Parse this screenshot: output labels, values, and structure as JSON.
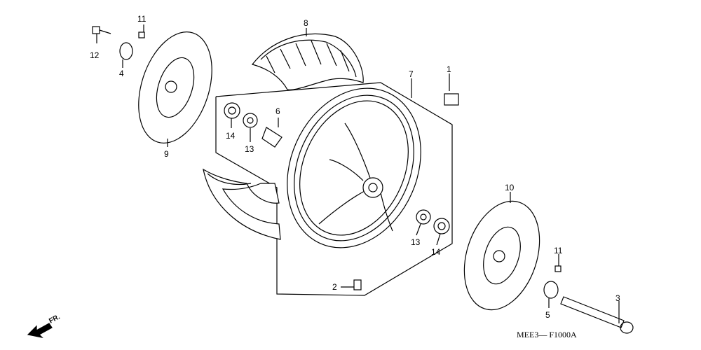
{
  "diagram": {
    "part_labels": {
      "p1": "1",
      "p2": "2",
      "p3": "3",
      "p4": "4",
      "p5": "5",
      "p6": "6",
      "p7": "7",
      "p8": "8",
      "p9": "9",
      "p10": "10",
      "p11a": "11",
      "p11b": "11",
      "p12": "12",
      "p13a": "13",
      "p13b": "13",
      "p14a": "14",
      "p14b": "14"
    },
    "direction_label": "FR.",
    "figure_code": "MEE3— F1000A"
  }
}
